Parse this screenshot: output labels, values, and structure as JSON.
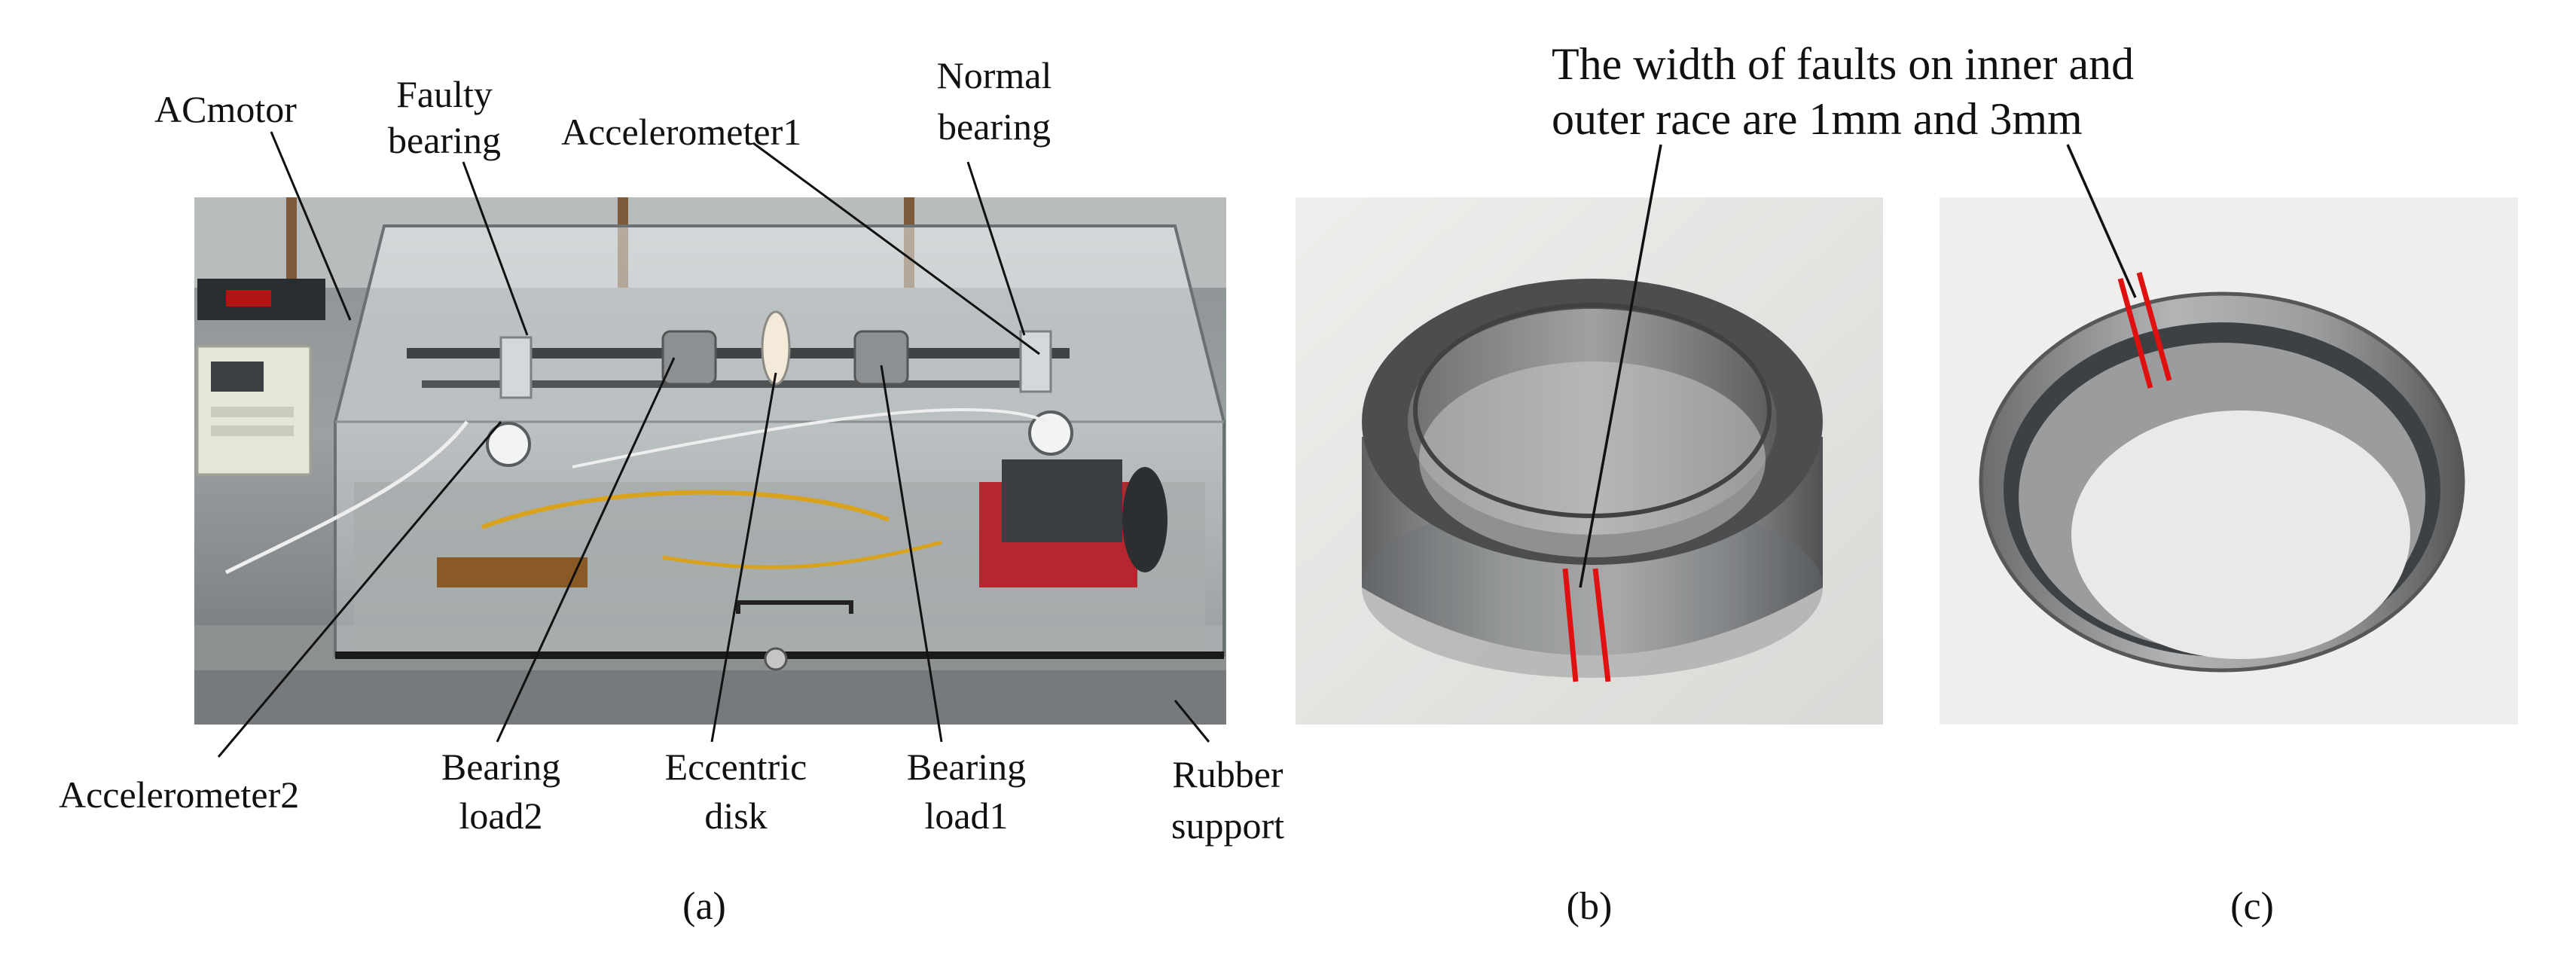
{
  "panel_a": {
    "callouts": {
      "ac_motor": "ACmotor",
      "faulty_bearing_1": "Faulty",
      "faulty_bearing_2": "bearing",
      "accelerometer1": "Accelerometer1",
      "normal_bearing_1": "Normal",
      "normal_bearing_2": "bearing",
      "accelerometer2": "Accelerometer2",
      "bearing_load2_1": "Bearing",
      "bearing_load2_2": "load2",
      "eccentric_disk_1": "Eccentric",
      "eccentric_disk_2": "disk",
      "bearing_load1_1": "Bearing",
      "bearing_load1_2": "load1",
      "rubber_support_1": "Rubber",
      "rubber_support_2": "support"
    },
    "caption": "(a)"
  },
  "panel_b": {
    "annotation_line1": "The width of faults on inner and",
    "annotation_line2": "outer race are 1mm and 3mm",
    "caption": "(b)"
  },
  "panel_c": {
    "caption": "(c)"
  },
  "colors": {
    "fault_mark": "#e01010",
    "leader_line": "#111111"
  }
}
